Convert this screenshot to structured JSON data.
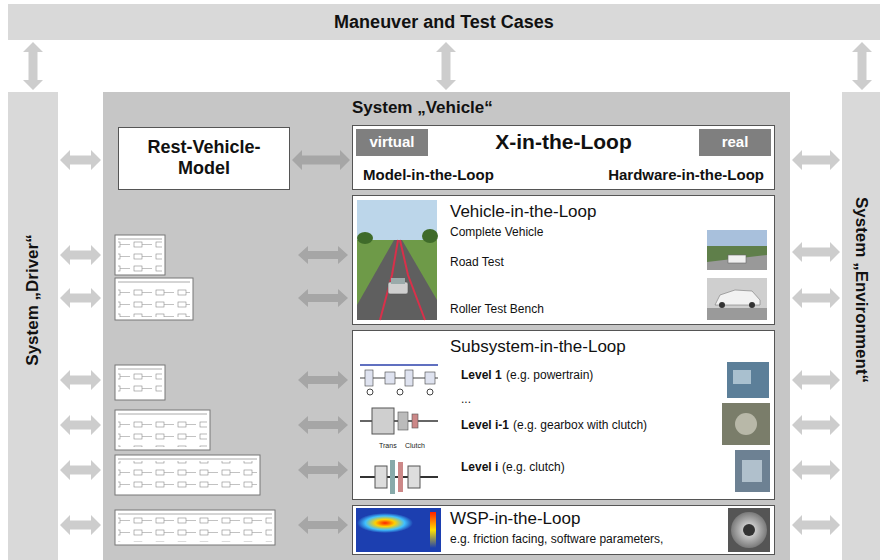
{
  "diagram": {
    "nodes": [
      {
        "text": [
          "Maneuver and Test Cases"
        ]
      },
      {
        "text": [
          "System „Driver“"
        ]
      },
      {
        "text": [
          "System „Vehicle“"
        ]
      },
      {
        "text": [
          "Rest-Vehicle- Model"
        ],
        "in": 2
      },
      {
        "text": [
          "X-in-the-Loop",
          "Model-in-the-Loop",
          "Hardware-in-the-Loop"
        ],
        "in": 2
      },
      {
        "text": [
          "virtual"
        ],
        "in": 4
      },
      {
        "text": [
          "real"
        ],
        "in": 4
      },
      {
        "text": [
          "Vehicle-in-the-Loop",
          "Complete Vehicle",
          "Road Test",
          "Roller Test Bench"
        ],
        "in": 2
      },
      {
        "text": [
          "Subsystem-in-the-Loop",
          "Level 1",
          "(e.g. powertrain)",
          "...",
          "Level i-1",
          "(e.g. gearbox with clutch)",
          "Level i",
          "(e.g. clutch)"
        ],
        "in": 2
      },
      {
        "text": [
          "WSP-in-the-Loop",
          "e.g. friction facing, software parameters,"
        ],
        "in": 2
      },
      {
        "text": [
          "System „Environment“"
        ]
      }
    ],
    "edges": [
      {
        "from": 0,
        "to": 1,
        "arrow": "both"
      },
      {
        "from": 0,
        "to": 2,
        "arrow": "both"
      },
      {
        "from": 0,
        "to": 10,
        "arrow": "both"
      },
      {
        "from": 1,
        "to": 2,
        "arrow": "both"
      },
      {
        "from": 1,
        "to": 2,
        "arrow": "both"
      },
      {
        "from": 1,
        "to": 2,
        "arrow": "both"
      },
      {
        "from": 1,
        "to": 2,
        "arrow": "both"
      },
      {
        "from": 1,
        "to": 2,
        "arrow": "both"
      },
      {
        "from": 1,
        "to": 2,
        "arrow": "both"
      },
      {
        "from": 1,
        "to": 2,
        "arrow": "both"
      },
      {
        "from": 3,
        "to": 4,
        "arrow": "both"
      },
      {
        "from": 2,
        "to": 10,
        "arrow": "both"
      },
      {
        "from": 2,
        "to": 10,
        "arrow": "both"
      },
      {
        "from": 2,
        "to": 10,
        "arrow": "both"
      },
      {
        "from": 2,
        "to": 10,
        "arrow": "both"
      },
      {
        "from": 2,
        "to": 10,
        "arrow": "both"
      },
      {
        "from": 2,
        "to": 10,
        "arrow": "both"
      },
      {
        "from": 2,
        "to": 10,
        "arrow": "both"
      }
    ],
    "labels": [
      "Trans",
      "Clutch"
    ]
  }
}
